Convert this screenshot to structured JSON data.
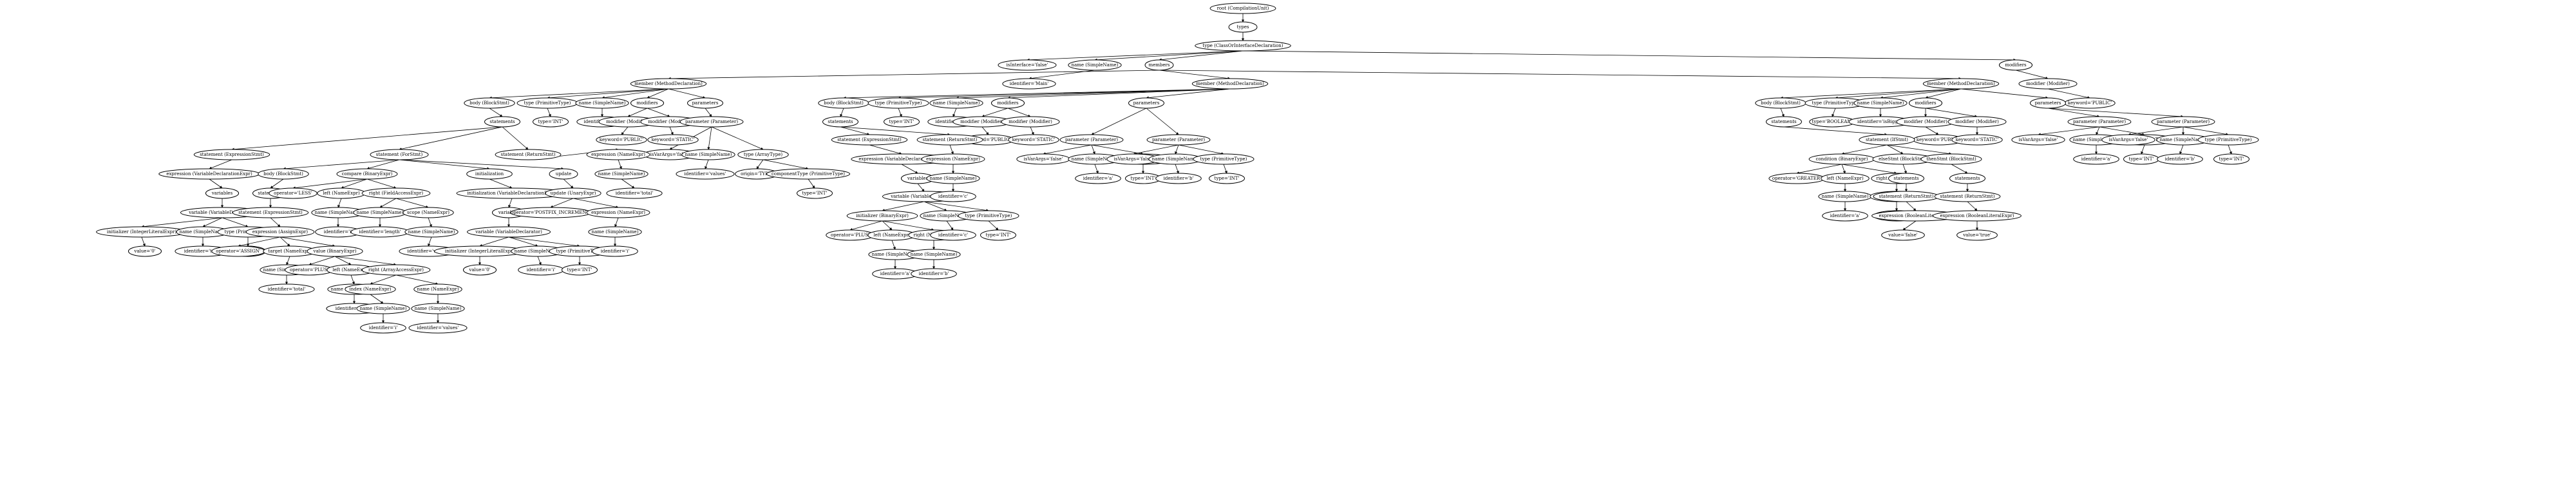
{
  "nodes": [
    {
      "id": "n0",
      "label": "root (CompilationUnit)"
    },
    {
      "id": "n1",
      "label": "types",
      "parent": "n0"
    },
    {
      "id": "n2",
      "label": "type (ClassOrInterfaceDeclaration)",
      "parent": "n1"
    },
    {
      "id": "n3",
      "label": "isInterface='false'",
      "parent": "n2"
    },
    {
      "id": "n4",
      "label": "name (SimpleName)",
      "parent": "n2"
    },
    {
      "id": "n5",
      "label": "members",
      "parent": "n2"
    },
    {
      "id": "n6",
      "label": "modifiers",
      "parent": "n2"
    },
    {
      "id": "n7",
      "label": "identifier='Main'",
      "parent": "n4"
    },
    {
      "id": "n8",
      "label": "member (MethodDeclaration)",
      "parent": "n5"
    },
    {
      "id": "n9",
      "label": "member (MethodDeclaration)",
      "parent": "n5"
    },
    {
      "id": "n10",
      "label": "member (MethodDeclaration)",
      "parent": "n5"
    },
    {
      "id": "n11",
      "label": "modifier (Modifier)",
      "parent": "n6"
    },
    {
      "id": "n12",
      "label": "keyword='PUBLIC'",
      "parent": "n11"
    },
    {
      "id": "a1",
      "label": "body (BlockStmt)",
      "parent": "n8"
    },
    {
      "id": "a2",
      "label": "type (PrimitiveType)",
      "parent": "n8"
    },
    {
      "id": "a3",
      "label": "name (SimpleName)",
      "parent": "n8"
    },
    {
      "id": "a4",
      "label": "modifiers",
      "parent": "n8"
    },
    {
      "id": "a5",
      "label": "parameters",
      "parent": "n8"
    },
    {
      "id": "a6",
      "label": "statements",
      "parent": "a1"
    },
    {
      "id": "a7",
      "label": "type='INT'",
      "parent": "a2"
    },
    {
      "id": "a8",
      "label": "identifier='sum'",
      "parent": "a3"
    },
    {
      "id": "a9",
      "label": "modifier (Modifier)",
      "parent": "a4"
    },
    {
      "id": "a10",
      "label": "modifier (Modifier)",
      "parent": "a4"
    },
    {
      "id": "a11",
      "label": "keyword='PUBLIC'",
      "parent": "a9"
    },
    {
      "id": "a12",
      "label": "keyword='STATIC'",
      "parent": "a10"
    },
    {
      "id": "a13",
      "label": "parameter (Parameter)",
      "parent": "a5"
    },
    {
      "id": "a14",
      "label": "isVarArgs='false'",
      "parent": "a13"
    },
    {
      "id": "a15",
      "label": "name (SimpleName)",
      "parent": "a13"
    },
    {
      "id": "a16",
      "label": "type (ArrayType)",
      "parent": "a13"
    },
    {
      "id": "a17",
      "label": "identifier='values'",
      "parent": "a15"
    },
    {
      "id": "a18",
      "label": "origin='TYPE'",
      "parent": "a16"
    },
    {
      "id": "a19",
      "label": "componentType (PrimitiveType)",
      "parent": "a16"
    },
    {
      "id": "a20",
      "label": "type='INT'",
      "parent": "a19"
    },
    {
      "id": "s1",
      "label": "statement (ExpressionStmt)",
      "parent": "a6"
    },
    {
      "id": "s2",
      "label": "statement (ForStmt)",
      "parent": "a6"
    },
    {
      "id": "s3",
      "label": "statement (ReturnStmt)",
      "parent": "a6"
    },
    {
      "id": "s4",
      "label": "expression (VariableDeclarationExpr)",
      "parent": "s1"
    },
    {
      "id": "s5",
      "label": "variables",
      "parent": "s4"
    },
    {
      "id": "s6",
      "label": "variable (VariableDeclarator)",
      "parent": "s5"
    },
    {
      "id": "s7",
      "label": "initializer (IntegerLiteralExpr)",
      "parent": "s6"
    },
    {
      "id": "s8",
      "label": "name (SimpleName)",
      "parent": "s6"
    },
    {
      "id": "s9",
      "label": "type (PrimitiveType)",
      "parent": "s6"
    },
    {
      "id": "s10",
      "label": "value='0'",
      "parent": "s7"
    },
    {
      "id": "s11",
      "label": "identifier='total'",
      "parent": "s8"
    },
    {
      "id": "s12",
      "label": "type='INT'",
      "parent": "s9"
    },
    {
      "id": "f1",
      "label": "body (BlockStmt)",
      "parent": "s2"
    },
    {
      "id": "f2",
      "label": "compare (BinaryExpr)",
      "parent": "s2"
    },
    {
      "id": "f3",
      "label": "initialization",
      "parent": "s2"
    },
    {
      "id": "f4",
      "label": "update",
      "parent": "s2"
    },
    {
      "id": "f5",
      "label": "statements",
      "parent": "f1"
    },
    {
      "id": "f6",
      "label": "statement (ExpressionStmt)",
      "parent": "f5"
    },
    {
      "id": "f7",
      "label": "expression (AssignExpr)",
      "parent": "f6"
    },
    {
      "id": "f8",
      "label": "operator='ASSIGN'",
      "parent": "f7"
    },
    {
      "id": "f9",
      "label": "target (NameExpr)",
      "parent": "f7"
    },
    {
      "id": "f10",
      "label": "value (BinaryExpr)",
      "parent": "f7"
    },
    {
      "id": "f11",
      "label": "name (SimpleName)",
      "parent": "f9"
    },
    {
      "id": "f12",
      "label": "identifier='total'",
      "parent": "f11"
    },
    {
      "id": "f13",
      "label": "operator='PLUS'",
      "parent": "f10"
    },
    {
      "id": "f14",
      "label": "left (NameExpr)",
      "parent": "f10"
    },
    {
      "id": "f15",
      "label": "right (ArrayAccessExpr)",
      "parent": "f10"
    },
    {
      "id": "f16",
      "label": "name (SimpleName)",
      "parent": "f14"
    },
    {
      "id": "f17",
      "label": "identifier='total'",
      "parent": "f16"
    },
    {
      "id": "f18",
      "label": "index (NameExpr)",
      "parent": "f15"
    },
    {
      "id": "f19",
      "label": "name (NameExpr)",
      "parent": "f15"
    },
    {
      "id": "f20",
      "label": "name (SimpleName)",
      "parent": "f18"
    },
    {
      "id": "f21",
      "label": "identifier='i'",
      "parent": "f20"
    },
    {
      "id": "f22",
      "label": "name (SimpleName)",
      "parent": "f19"
    },
    {
      "id": "f23",
      "label": "identifier='values'",
      "parent": "f22"
    },
    {
      "id": "c1",
      "label": "operator='LESS'",
      "parent": "f2"
    },
    {
      "id": "c2",
      "label": "left (NameExpr)",
      "parent": "f2"
    },
    {
      "id": "c3",
      "label": "right (FieldAccessExpr)",
      "parent": "f2"
    },
    {
      "id": "c4",
      "label": "name (SimpleName)",
      "parent": "c2"
    },
    {
      "id": "c5",
      "label": "identifier='i'",
      "parent": "c4"
    },
    {
      "id": "c6",
      "label": "name (SimpleName)",
      "parent": "c3"
    },
    {
      "id": "c7",
      "label": "scope (NameExpr)",
      "parent": "c3"
    },
    {
      "id": "c8",
      "label": "identifier='length'",
      "parent": "c6"
    },
    {
      "id": "c9",
      "label": "name (SimpleName)",
      "parent": "c7"
    },
    {
      "id": "c10",
      "label": "identifier='values'",
      "parent": "c9"
    },
    {
      "id": "i1",
      "label": "initialization (VariableDeclarationExpr)",
      "parent": "f3"
    },
    {
      "id": "i2",
      "label": "variables",
      "parent": "i1"
    },
    {
      "id": "i3",
      "label": "variable (VariableDeclarator)",
      "parent": "i2"
    },
    {
      "id": "i4",
      "label": "initializer (IntegerLiteralExpr)",
      "parent": "i3"
    },
    {
      "id": "i5",
      "label": "name (SimpleName)",
      "parent": "i3"
    },
    {
      "id": "i6",
      "label": "type (PrimitiveType)",
      "parent": "i3"
    },
    {
      "id": "i7",
      "label": "value='0'",
      "parent": "i4"
    },
    {
      "id": "i8",
      "label": "identifier='i'",
      "parent": "i5"
    },
    {
      "id": "i9",
      "label": "type='INT'",
      "parent": "i6"
    },
    {
      "id": "u1",
      "label": "update (UnaryExpr)",
      "parent": "f4"
    },
    {
      "id": "u2",
      "label": "operator='POSTFIX_INCREMENT'",
      "parent": "u1"
    },
    {
      "id": "u3",
      "label": "expression (NameExpr)",
      "parent": "u1"
    },
    {
      "id": "u4",
      "label": "name (SimpleName)",
      "parent": "u3"
    },
    {
      "id": "u5",
      "label": "identifier='i'",
      "parent": "u4"
    },
    {
      "id": "r1",
      "label": "expression (NameExpr)",
      "parent": "s3"
    },
    {
      "id": "r2",
      "label": "name (SimpleName)",
      "parent": "r1"
    },
    {
      "id": "r3",
      "label": "identifier='total'",
      "parent": "r2"
    },
    {
      "id": "b1",
      "label": "body (BlockStmt)",
      "parent": "n9"
    },
    {
      "id": "b2",
      "label": "type (PrimitiveType)",
      "parent": "n9"
    },
    {
      "id": "b3",
      "label": "name (SimpleName)",
      "parent": "n9"
    },
    {
      "id": "b4",
      "label": "modifiers",
      "parent": "n9"
    },
    {
      "id": "b5",
      "label": "parameters",
      "parent": "n9"
    },
    {
      "id": "b6",
      "label": "statements",
      "parent": "b1"
    },
    {
      "id": "b7",
      "label": "type='INT'",
      "parent": "b2"
    },
    {
      "id": "b8",
      "label": "identifier='add'",
      "parent": "b3"
    },
    {
      "id": "b9",
      "label": "modifier (Modifier)",
      "parent": "b4"
    },
    {
      "id": "b10",
      "label": "modifier (Modifier)",
      "parent": "b4"
    },
    {
      "id": "b11",
      "label": "keyword='PUBLIC'",
      "parent": "b9"
    },
    {
      "id": "b12",
      "label": "keyword='STATIC'",
      "parent": "b10"
    },
    {
      "id": "b13",
      "label": "statement (ExpressionStmt)",
      "parent": "b6"
    },
    {
      "id": "b14",
      "label": "statement (ReturnStmt)",
      "parent": "b6"
    },
    {
      "id": "b15",
      "label": "expression (VariableDeclarationExpr)",
      "parent": "b13"
    },
    {
      "id": "b16",
      "label": "variables",
      "parent": "b15"
    },
    {
      "id": "b17",
      "label": "variable (VariableDeclarator)",
      "parent": "b16"
    },
    {
      "id": "b18",
      "label": "initializer (BinaryExpr)",
      "parent": "b17"
    },
    {
      "id": "b19",
      "label": "name (SimpleName)",
      "parent": "b17"
    },
    {
      "id": "b20",
      "label": "type (PrimitiveType)",
      "parent": "b17"
    },
    {
      "id": "b21",
      "label": "operator='PLUS'",
      "parent": "b18"
    },
    {
      "id": "b22",
      "label": "left (NameExpr)",
      "parent": "b18"
    },
    {
      "id": "b23",
      "label": "right (NameExpr)",
      "parent": "b18"
    },
    {
      "id": "b24",
      "label": "name (SimpleName)",
      "parent": "b22"
    },
    {
      "id": "b25",
      "label": "identifier='a'",
      "parent": "b24"
    },
    {
      "id": "b26",
      "label": "name (SimpleName)",
      "parent": "b23"
    },
    {
      "id": "b27",
      "label": "identifier='b'",
      "parent": "b26"
    },
    {
      "id": "b28",
      "label": "identifier='c'",
      "parent": "b19"
    },
    {
      "id": "b29",
      "label": "type='INT'",
      "parent": "b20"
    },
    {
      "id": "b30",
      "label": "expression (NameExpr)",
      "parent": "b14"
    },
    {
      "id": "b31",
      "label": "name (SimpleName)",
      "parent": "b30"
    },
    {
      "id": "b32",
      "label": "identifier='c'",
      "parent": "b31"
    },
    {
      "id": "b33",
      "label": "parameter (Parameter)",
      "parent": "b5"
    },
    {
      "id": "b34",
      "label": "parameter (Parameter)",
      "parent": "b5"
    },
    {
      "id": "b35",
      "label": "isVarArgs='false'",
      "parent": "b33"
    },
    {
      "id": "b36",
      "label": "name (SimpleName)",
      "parent": "b33"
    },
    {
      "id": "b37",
      "label": "type (PrimitiveType)",
      "parent": "b33"
    },
    {
      "id": "b38",
      "label": "identifier='a'",
      "parent": "b36"
    },
    {
      "id": "b39",
      "label": "type='INT'",
      "parent": "b37"
    },
    {
      "id": "b40",
      "label": "isVarArgs='false'",
      "parent": "b34"
    },
    {
      "id": "b41",
      "label": "name (SimpleName)",
      "parent": "b34"
    },
    {
      "id": "b42",
      "label": "type (PrimitiveType)",
      "parent": "b34"
    },
    {
      "id": "b43",
      "label": "identifier='b'",
      "parent": "b41"
    },
    {
      "id": "b44",
      "label": "type='INT'",
      "parent": "b42"
    },
    {
      "id": "g1",
      "label": "body (BlockStmt)",
      "parent": "n10"
    },
    {
      "id": "g2",
      "label": "type (PrimitiveType)",
      "parent": "n10"
    },
    {
      "id": "g3",
      "label": "name (SimpleName)",
      "parent": "n10"
    },
    {
      "id": "g4",
      "label": "modifiers",
      "parent": "n10"
    },
    {
      "id": "g5",
      "label": "parameters",
      "parent": "n10"
    },
    {
      "id": "g6",
      "label": "statements",
      "parent": "g1"
    },
    {
      "id": "g7",
      "label": "type='BOOLEAN'",
      "parent": "g2"
    },
    {
      "id": "g8",
      "label": "identifier='isBigger'",
      "parent": "g3"
    },
    {
      "id": "g9",
      "label": "modifier (Modifier)",
      "parent": "g4"
    },
    {
      "id": "g10",
      "label": "modifier (Modifier)",
      "parent": "g4"
    },
    {
      "id": "g11",
      "label": "keyword='PUBLIC'",
      "parent": "g9"
    },
    {
      "id": "g12",
      "label": "keyword='STATIC'",
      "parent": "g10"
    },
    {
      "id": "g13",
      "label": "statement (IfStmt)",
      "parent": "g6"
    },
    {
      "id": "g14",
      "label": "condition (BinaryExpr)",
      "parent": "g13"
    },
    {
      "id": "g15",
      "label": "elseStmt (BlockStmt)",
      "parent": "g13"
    },
    {
      "id": "g16",
      "label": "thenStmt (BlockStmt)",
      "parent": "g13"
    },
    {
      "id": "g17",
      "label": "operator='GREATER'",
      "parent": "g14"
    },
    {
      "id": "g18",
      "label": "left (NameExpr)",
      "parent": "g14"
    },
    {
      "id": "g19",
      "label": "right (NameExpr)",
      "parent": "g14"
    },
    {
      "id": "g20",
      "label": "name (SimpleName)",
      "parent": "g18"
    },
    {
      "id": "g21",
      "label": "identifier='a'",
      "parent": "g20"
    },
    {
      "id": "g22",
      "label": "name (SimpleName)",
      "parent": "g19"
    },
    {
      "id": "g23",
      "label": "identifier='b'",
      "parent": "g22"
    },
    {
      "id": "g24",
      "label": "statements",
      "parent": "g15"
    },
    {
      "id": "g25",
      "label": "statement (ReturnStmt)",
      "parent": "g24"
    },
    {
      "id": "g26",
      "label": "expression (BooleanLiteralExpr)",
      "parent": "g25"
    },
    {
      "id": "g27",
      "label": "value='false'",
      "parent": "g26"
    },
    {
      "id": "g28",
      "label": "statements",
      "parent": "g16"
    },
    {
      "id": "g29",
      "label": "statement (ReturnStmt)",
      "parent": "g28"
    },
    {
      "id": "g30",
      "label": "expression (BooleanLiteralExpr)",
      "parent": "g29"
    },
    {
      "id": "g31",
      "label": "value='true'",
      "parent": "g30"
    },
    {
      "id": "g32",
      "label": "parameter (Parameter)",
      "parent": "g5"
    },
    {
      "id": "g33",
      "label": "parameter (Parameter)",
      "parent": "g5"
    },
    {
      "id": "g34",
      "label": "isVarArgs='false'",
      "parent": "g32"
    },
    {
      "id": "g35",
      "label": "name (SimpleName)",
      "parent": "g32"
    },
    {
      "id": "g36",
      "label": "type (PrimitiveType)",
      "parent": "g32"
    },
    {
      "id": "g37",
      "label": "identifier='a'",
      "parent": "g35"
    },
    {
      "id": "g38",
      "label": "type='INT'",
      "parent": "g36"
    },
    {
      "id": "g39",
      "label": "isVarArgs='false'",
      "parent": "g33"
    },
    {
      "id": "g40",
      "label": "name (SimpleName)",
      "parent": "g33"
    },
    {
      "id": "g41",
      "label": "type (PrimitiveType)",
      "parent": "g33"
    },
    {
      "id": "g42",
      "label": "identifier='b'",
      "parent": "g40"
    },
    {
      "id": "g43",
      "label": "type='INT'",
      "parent": "g41"
    }
  ]
}
